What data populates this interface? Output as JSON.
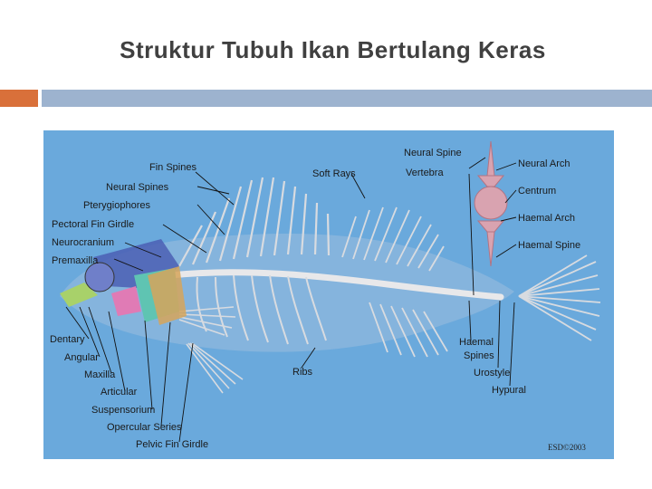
{
  "slide": {
    "title": "Struktur Tubuh Ikan Bertulang Keras"
  },
  "colors": {
    "accent_orange": "#d9703a",
    "accent_blue": "#9db3cf",
    "panel_blue": "#6aa9dc",
    "bone": "#d8dbe0",
    "vertebra_pink": "#d9a3b0"
  },
  "diagram": {
    "labels": {
      "fin_spines": "Fin Spines",
      "neural_spines": "Neural Spines",
      "pterygiophores": "Pterygiophores",
      "pectoral_fin_girdle": "Pectoral Fin Girdle",
      "neurocranium": "Neurocranium",
      "premaxilla": "Premaxilla",
      "soft_rays": "Soft Rays",
      "neural_spine": "Neural Spine",
      "vertebra": "Vertebra",
      "neural_arch": "Neural Arch",
      "centrum": "Centrum",
      "haemal_arch": "Haemal Arch",
      "haemal_spine": "Haemal Spine",
      "dentary": "Dentary",
      "angular": "Angular",
      "maxilla": "Maxilla",
      "articular": "Articular",
      "suspensorium": "Suspensorium",
      "opercular_series": "Opercular Series",
      "pelvic_fin_girdle": "Pelvic Fin Girdle",
      "ribs": "Ribs",
      "haemal_spines_line1": "Haemal",
      "haemal_spines_line2": "Spines",
      "urostyle": "Urostyle",
      "hypural": "Hypural"
    },
    "copyright": "ESD©2003"
  }
}
